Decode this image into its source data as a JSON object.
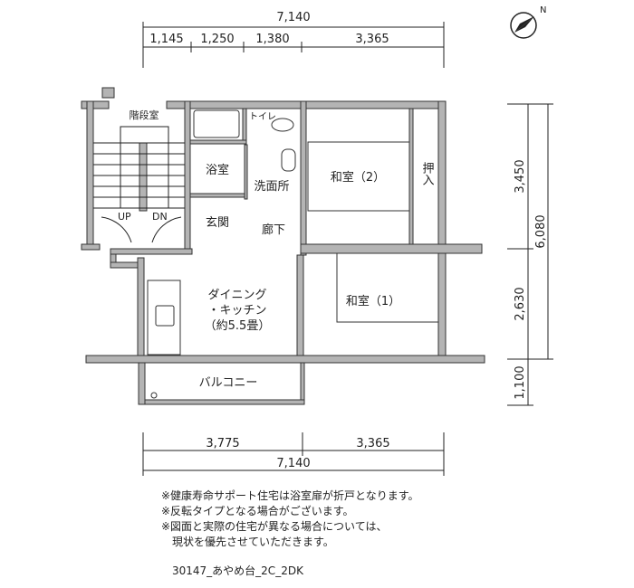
{
  "dimensions": {
    "top_total": "7,140",
    "top_segments": [
      "1,145",
      "1,250",
      "1,380",
      "3,365"
    ],
    "bottom_segments": [
      "3,775",
      "3,365"
    ],
    "bottom_total": "7,140",
    "right_segments": [
      "3,450",
      "2,630",
      "1,100"
    ],
    "right_total": "6,080"
  },
  "rooms": {
    "stair": "階段室",
    "up": "UP",
    "dn": "DN",
    "toilet": "トイレ",
    "bath": "浴室",
    "washroom": "洗面所",
    "entrance": "玄関",
    "hallway": "廊下",
    "washitsu2": "和室（2）",
    "closet": "押入",
    "dk_line1": "ダイニング",
    "dk_line2": "・キッチン",
    "dk_line3": "（約5.5畳）",
    "washitsu1": "和室（1）",
    "balcony": "バルコニー"
  },
  "compass": {
    "label": "N"
  },
  "notes": [
    "※健康寿命サポート住宅は浴室扉が折戸となります。",
    "※反転タイプとなる場合がございます。",
    "※図面と実際の住宅が異なる場合については、",
    "　現状を優先させていただきます。"
  ],
  "plan_code": "30147_あやめ台_2C_2DK"
}
